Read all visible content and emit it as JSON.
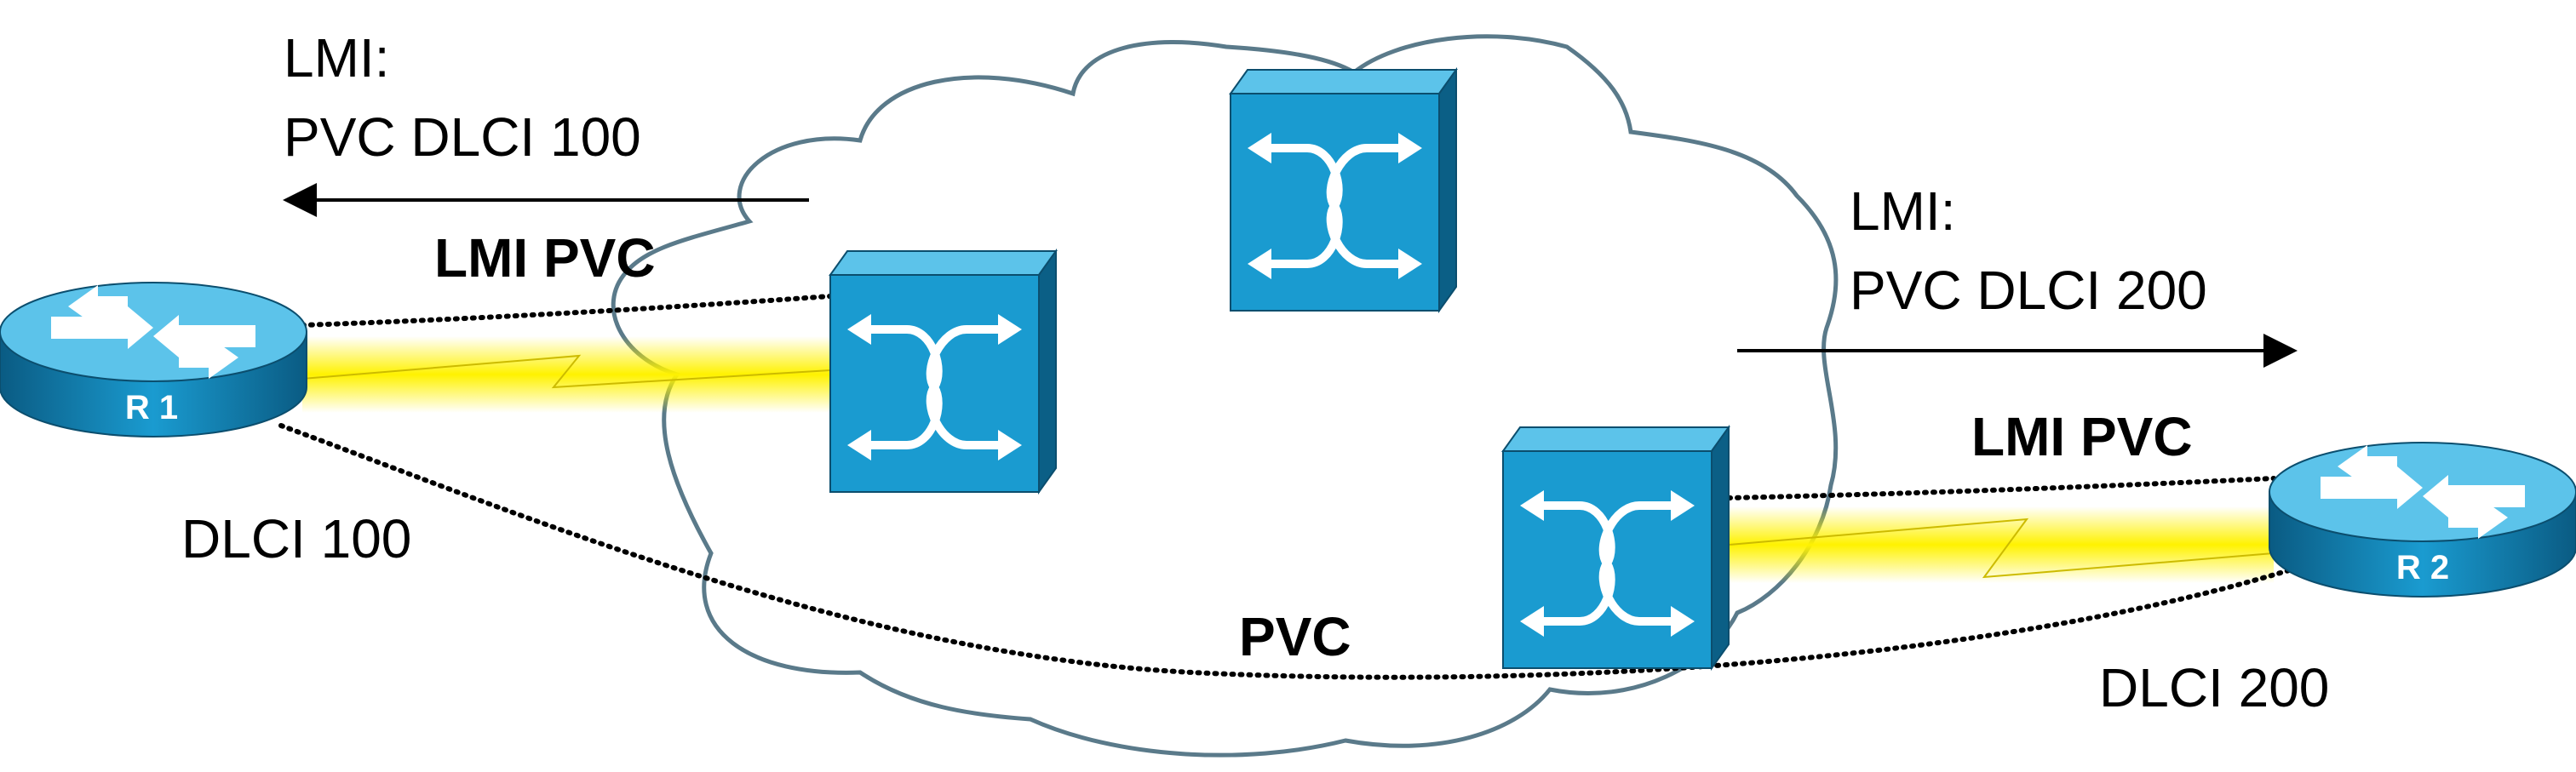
{
  "left": {
    "lmi_title": "LMI:",
    "lmi_pvc_dlci": "PVC DLCI 100",
    "lmi_pvc_label": "LMI PVC",
    "dlci_label": "DLCI 100",
    "router_label": "R 1"
  },
  "right": {
    "lmi_title": "LMI:",
    "lmi_pvc_dlci": "PVC DLCI 200",
    "lmi_pvc_label": "LMI PVC",
    "dlci_label": "DLCI 200",
    "router_label": "R 2"
  },
  "cloud": {
    "pvc_label": "PVC"
  },
  "colors": {
    "device_front": "#1a9bd0",
    "device_top": "#5cc3ea",
    "device_side": "#0b5f86",
    "link_yellow": "#fff200",
    "cloud_stroke": "#5a7a8a",
    "line": "#000000"
  },
  "icons": {
    "router": "router-icon",
    "switch": "frame-relay-switch-icon",
    "link": "serial-link-icon"
  }
}
